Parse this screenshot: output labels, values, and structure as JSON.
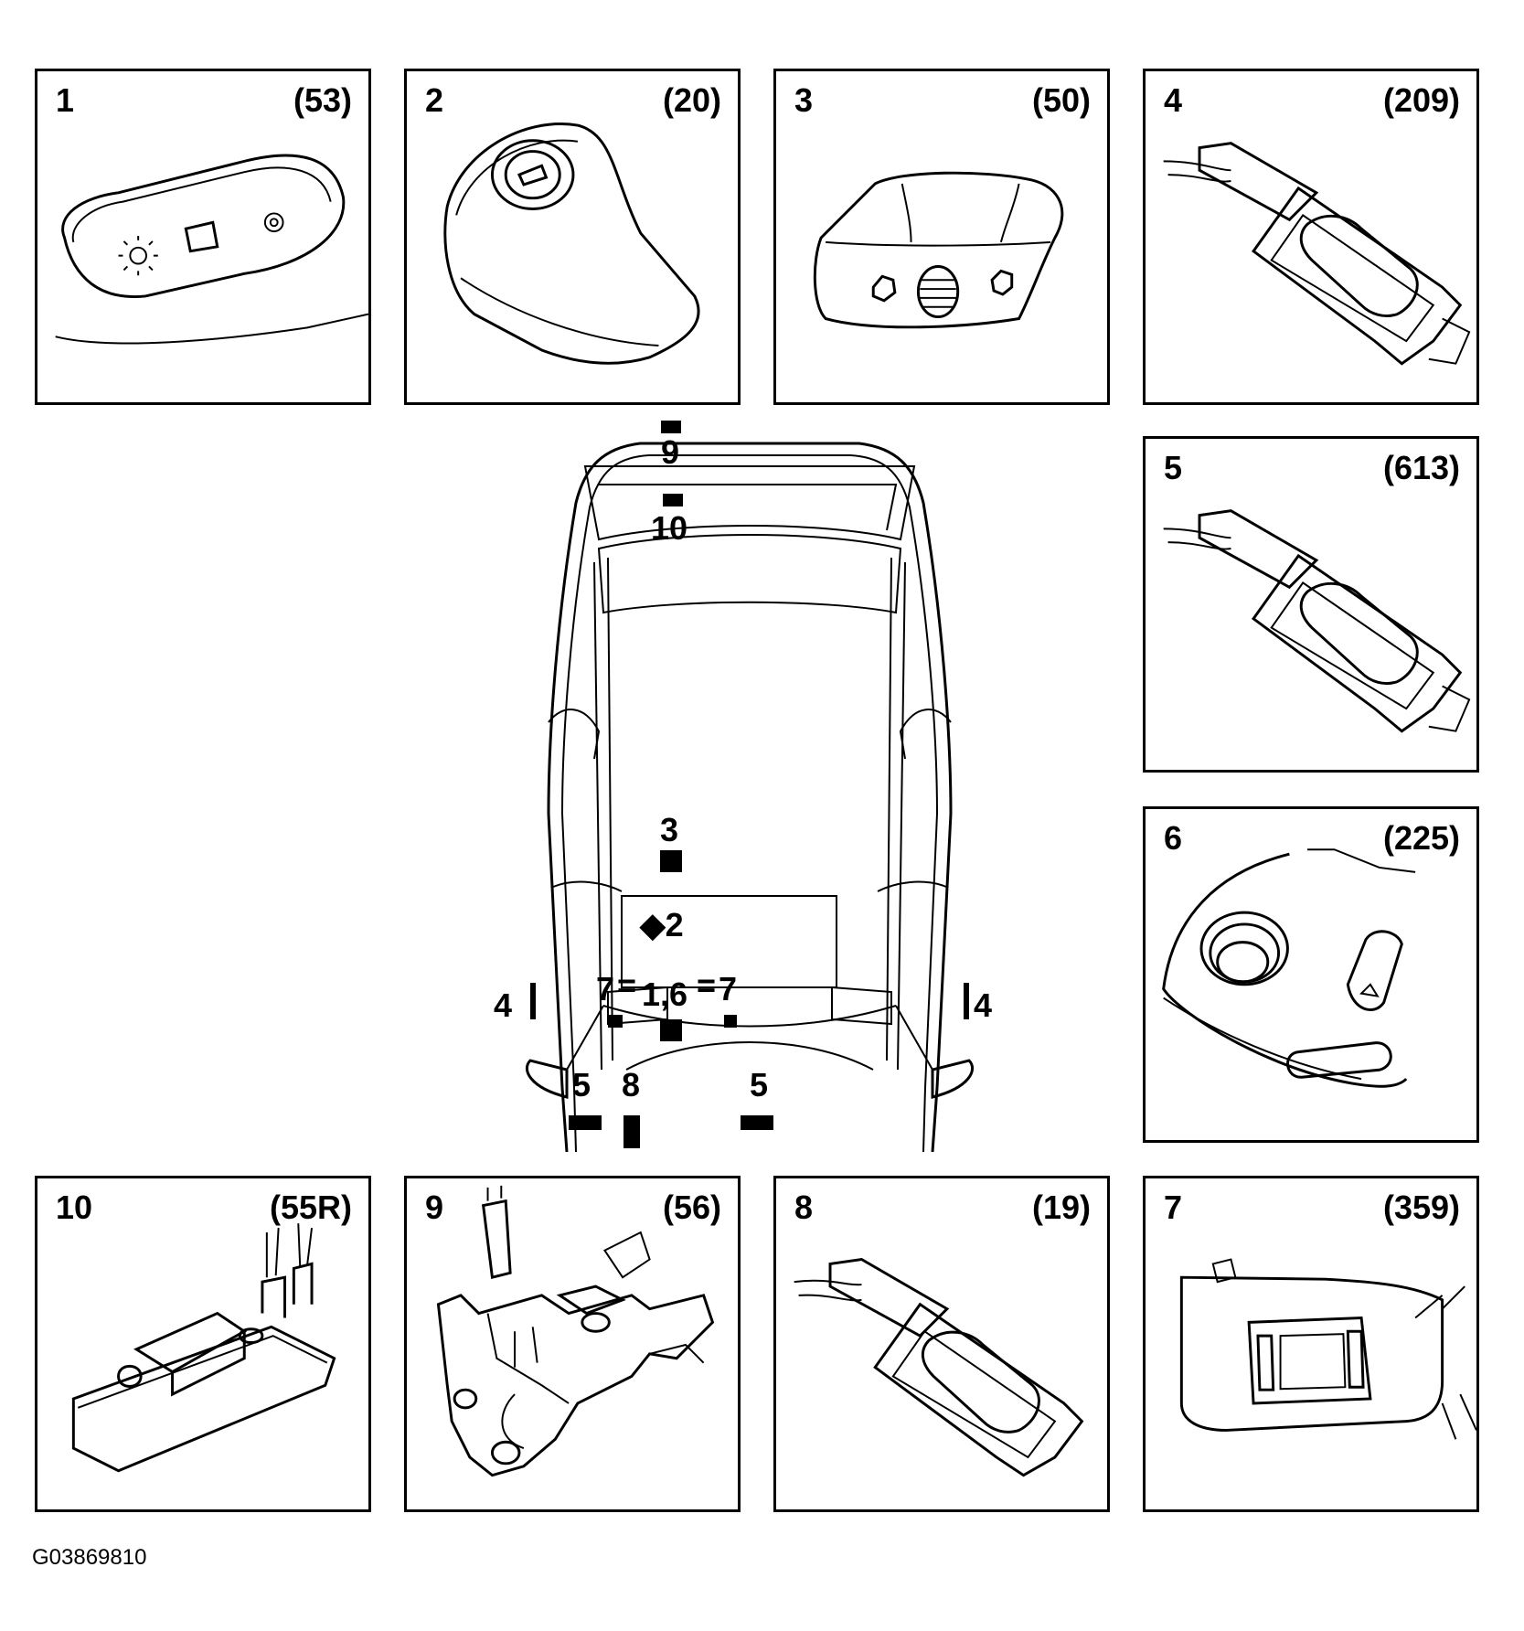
{
  "panels": [
    {
      "number": "1",
      "code": "(53)"
    },
    {
      "number": "2",
      "code": "(20)"
    },
    {
      "number": "3",
      "code": "(50)"
    },
    {
      "number": "4",
      "code": "(209)"
    },
    {
      "number": "5",
      "code": "(613)"
    },
    {
      "number": "6",
      "code": "(225)"
    },
    {
      "number": "10",
      "code": "(55R)"
    },
    {
      "number": "9",
      "code": "(56)"
    },
    {
      "number": "8",
      "code": "(19)"
    },
    {
      "number": "7",
      "code": "(359)"
    }
  ],
  "car_labels": {
    "l9": "9",
    "l10": "10",
    "l3": "3",
    "l2": "◆2",
    "l7a": "7",
    "l16": "1,6",
    "l7b": "7",
    "l4a": "4",
    "l4b": "4",
    "l5a": "5",
    "l8": "8",
    "l5b": "5",
    "eq1": "=",
    "eq2": "="
  },
  "figure_id": "G03869810"
}
